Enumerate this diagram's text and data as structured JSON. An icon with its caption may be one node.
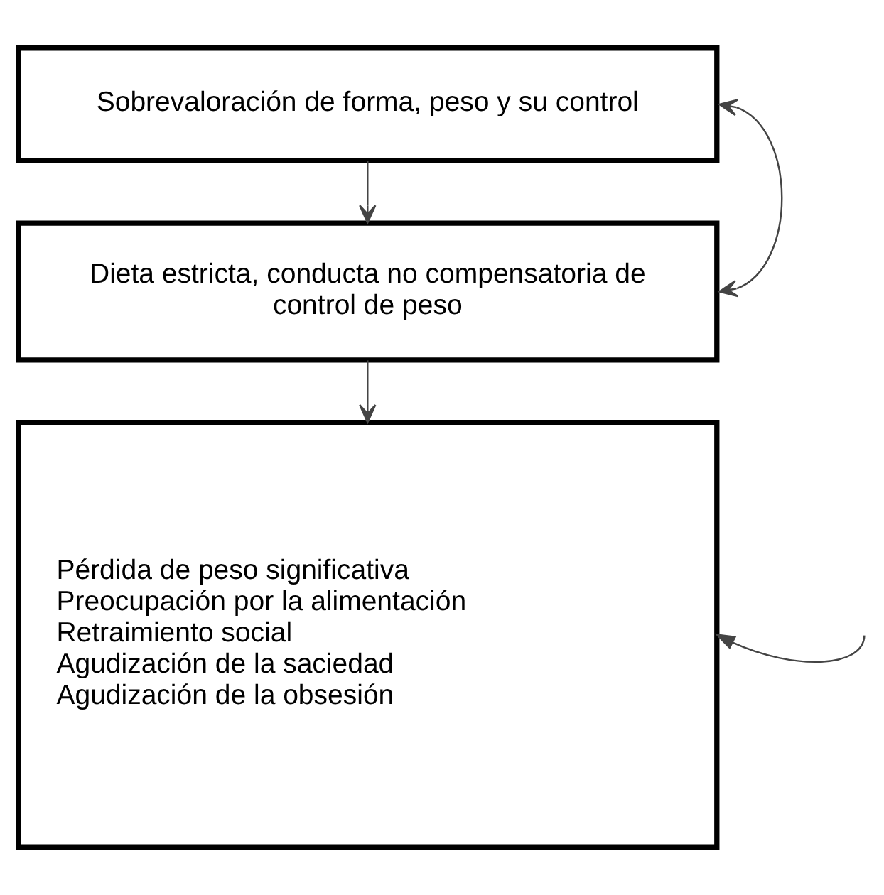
{
  "diagram": {
    "nodes": [
      {
        "text": [
          "Sobrevaloración de forma, peso y su control"
        ]
      },
      {
        "text": [
          "Dieta estricta, conducta no compensatoria de control de peso"
        ]
      },
      {
        "text": [
          "Pérdida de peso significativa",
          "Preocupación por la alimentación",
          "Retraimiento social",
          "Agudización de la saciedad",
          "Agudización de la obsesión"
        ]
      }
    ],
    "edges": [
      {
        "from": 0,
        "to": 1,
        "arrow": "to"
      },
      {
        "from": 1,
        "to": 2,
        "arrow": "to"
      },
      {
        "from": 0,
        "to": 1,
        "arrow": "both"
      },
      {
        "from": null,
        "to": 2,
        "arrow": "to"
      }
    ]
  }
}
